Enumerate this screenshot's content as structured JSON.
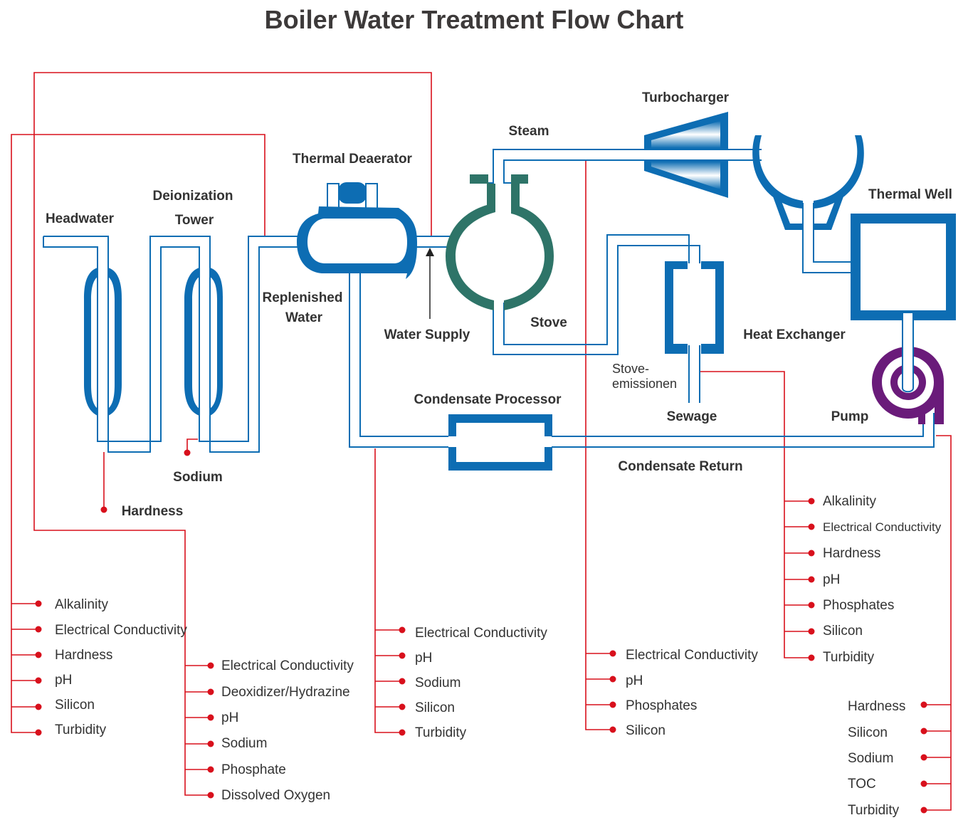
{
  "title": "Boiler Water Treatment Flow Chart",
  "colors": {
    "pipe": "#0d6db3",
    "equipment_blue": "#0d6db3",
    "stove": "#2e7468",
    "pump": "#6a1b7a",
    "sampling_line": "#d8101c",
    "text": "#333333"
  },
  "components": {
    "headwater": "Headwater",
    "deionization_tower_line1": "Deionization",
    "deionization_tower_line2": "Tower",
    "thermal_deaerator": "Thermal Deaerator",
    "replenished_water_line1": "Replenished",
    "replenished_water_line2": "Water",
    "water_supply": "Water Supply",
    "steam": "Steam",
    "stove": "Stove",
    "turbocharger": "Turbocharger",
    "thermal_well": "Thermal Well",
    "heat_exchanger": "Heat Exchanger",
    "stove_emissionen_line1": "Stove-",
    "stove_emissionen_line2": "emissionen",
    "sewage": "Sewage",
    "pump": "Pump",
    "condensate_processor": "Condensate Processor",
    "condensate_return": "Condensate Return"
  },
  "sampling_points": {
    "hardness": "Hardness",
    "sodium": "Sodium"
  },
  "parameter_groups": {
    "headwater": [
      "Alkalinity",
      "Electrical Conductivity",
      "Hardness",
      "pH",
      "Silicon",
      "Turbidity"
    ],
    "deaerator": [
      "Electrical Conductivity",
      "Deoxidizer/Hydrazine",
      "pH",
      "Sodium",
      "Phosphate",
      "Dissolved Oxygen"
    ],
    "condensate_processor": [
      "Electrical Conductivity",
      "pH",
      "Sodium",
      "Silicon",
      "Turbidity"
    ],
    "stove": [
      "Electrical Conductivity",
      "pH",
      "Phosphates",
      "Silicon"
    ],
    "heat_exchanger": [
      "Alkalinity",
      "Electrical Conductivity",
      "Hardness",
      "pH",
      "Phosphates",
      "Silicon",
      "Turbidity"
    ],
    "pump": [
      "Hardness",
      "Silicon",
      "Sodium",
      "TOC",
      "Turbidity"
    ]
  }
}
